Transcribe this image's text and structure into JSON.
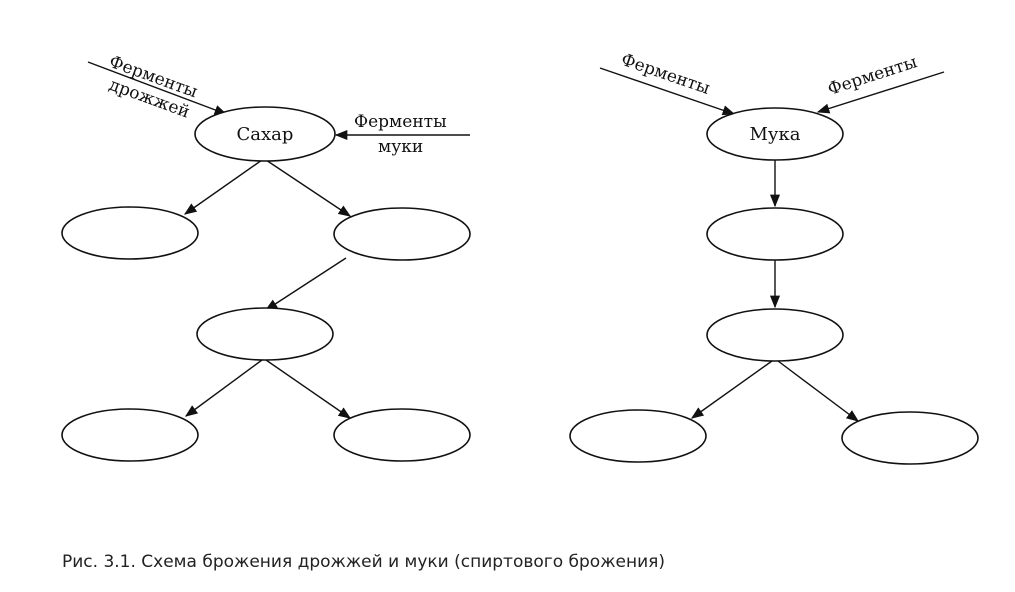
{
  "diagram": {
    "left": {
      "root_label": "Сахар",
      "enzyme_yeast": [
        "Ферменты",
        "дрожжей"
      ],
      "enzyme_flour": [
        "Ферменты",
        "муки"
      ]
    },
    "right": {
      "root_label": "Мука",
      "enzyme_left": "Ферменты",
      "enzyme_right": "Ферменты"
    }
  },
  "caption": "Рис. 3.1. Схема брожения дрожжей и муки (спиртового брожения)",
  "colors": {
    "ink": "#111111",
    "background": "#ffffff"
  }
}
